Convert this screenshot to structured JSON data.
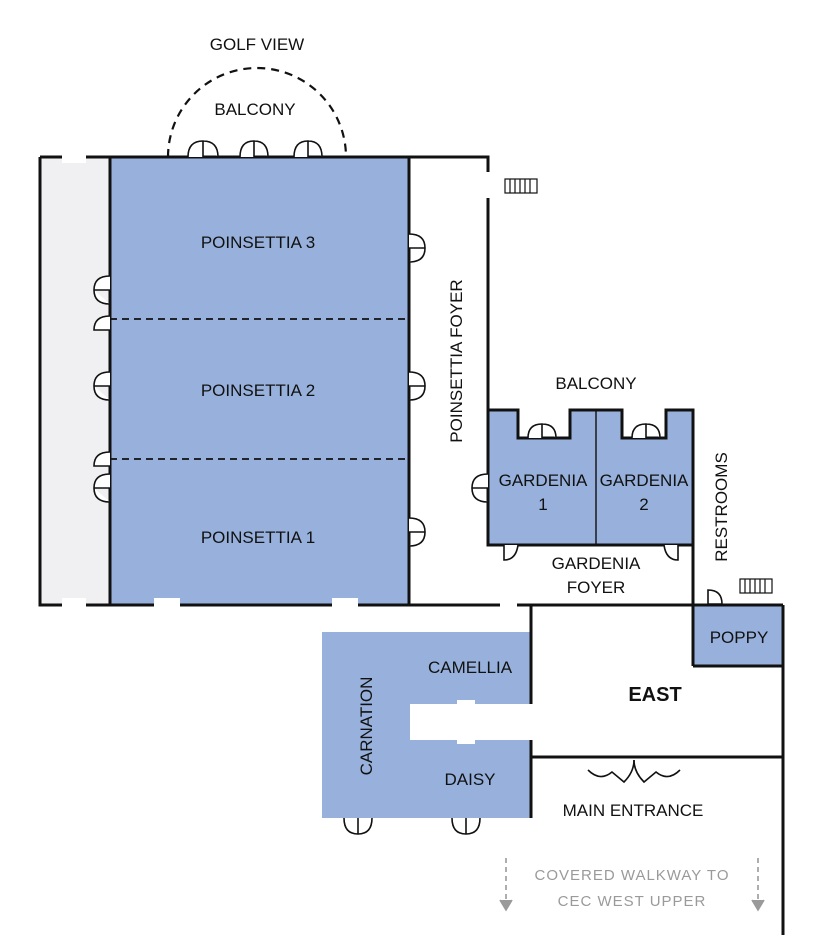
{
  "colors": {
    "room_fill": "#97b1dc",
    "corridor_fill": "#f0f0f2",
    "wall": "#111111",
    "label": "#111111",
    "walkway_label": "#9a9a9a"
  },
  "labels": {
    "golf_view": "GOLF VIEW",
    "balcony_top": "BALCONY",
    "poinsettia_3": "POINSETTIA 3",
    "poinsettia_2": "POINSETTIA 2",
    "poinsettia_1": "POINSETTIA 1",
    "poinsettia_foyer": "POINSETTIA FOYER",
    "balcony_gardenia": "BALCONY",
    "gardenia_1_line1": "GARDENIA",
    "gardenia_1_line2": "1",
    "gardenia_2_line1": "GARDENIA",
    "gardenia_2_line2": "2",
    "restrooms": "RESTROOMS",
    "gardenia_foyer_line1": "GARDENIA",
    "gardenia_foyer_line2": "FOYER",
    "poppy": "POPPY",
    "east": "EAST",
    "camellia": "CAMELLIA",
    "carnation": "CARNATION",
    "daisy": "DAISY",
    "main_entrance": "MAIN ENTRANCE",
    "walkway_line1": "COVERED WALKWAY TO",
    "walkway_line2": "CEC WEST UPPER"
  },
  "icons": [
    "stairs-icon",
    "door-icon",
    "double-door-icon",
    "arrow-down-icon"
  ]
}
